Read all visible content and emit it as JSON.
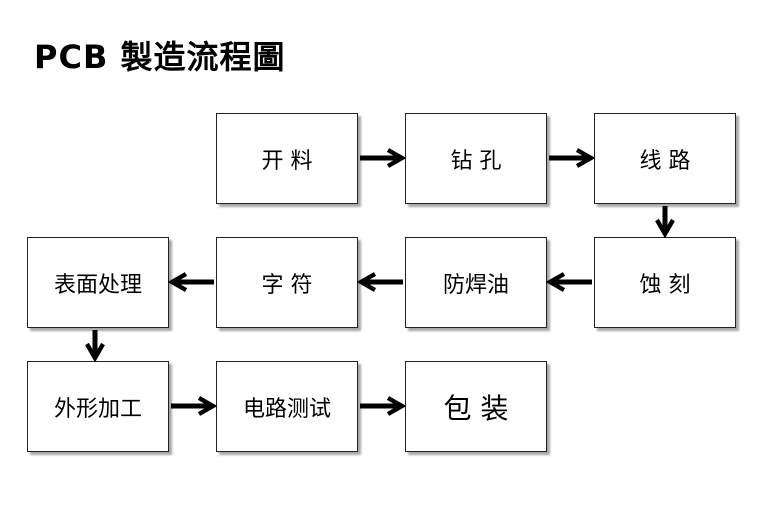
{
  "title": "PCB 製造流程圖",
  "steps": [
    {
      "id": "cutting",
      "label": "开 料"
    },
    {
      "id": "drilling",
      "label": "钻 孔"
    },
    {
      "id": "circuit",
      "label": "线 路"
    },
    {
      "id": "etching",
      "label": "蚀 刻"
    },
    {
      "id": "solder-mask",
      "label": "防焊油"
    },
    {
      "id": "silkscreen",
      "label": "字 符"
    },
    {
      "id": "surface-finish",
      "label": "表面处理"
    },
    {
      "id": "profiling",
      "label": "外形加工"
    },
    {
      "id": "electrical-test",
      "label": "电路测试"
    },
    {
      "id": "packaging",
      "label": "包 装"
    }
  ],
  "flow": [
    [
      "cutting",
      "drilling"
    ],
    [
      "drilling",
      "circuit"
    ],
    [
      "circuit",
      "etching"
    ],
    [
      "etching",
      "solder-mask"
    ],
    [
      "solder-mask",
      "silkscreen"
    ],
    [
      "silkscreen",
      "surface-finish"
    ],
    [
      "surface-finish",
      "profiling"
    ],
    [
      "profiling",
      "electrical-test"
    ],
    [
      "electrical-test",
      "packaging"
    ]
  ]
}
